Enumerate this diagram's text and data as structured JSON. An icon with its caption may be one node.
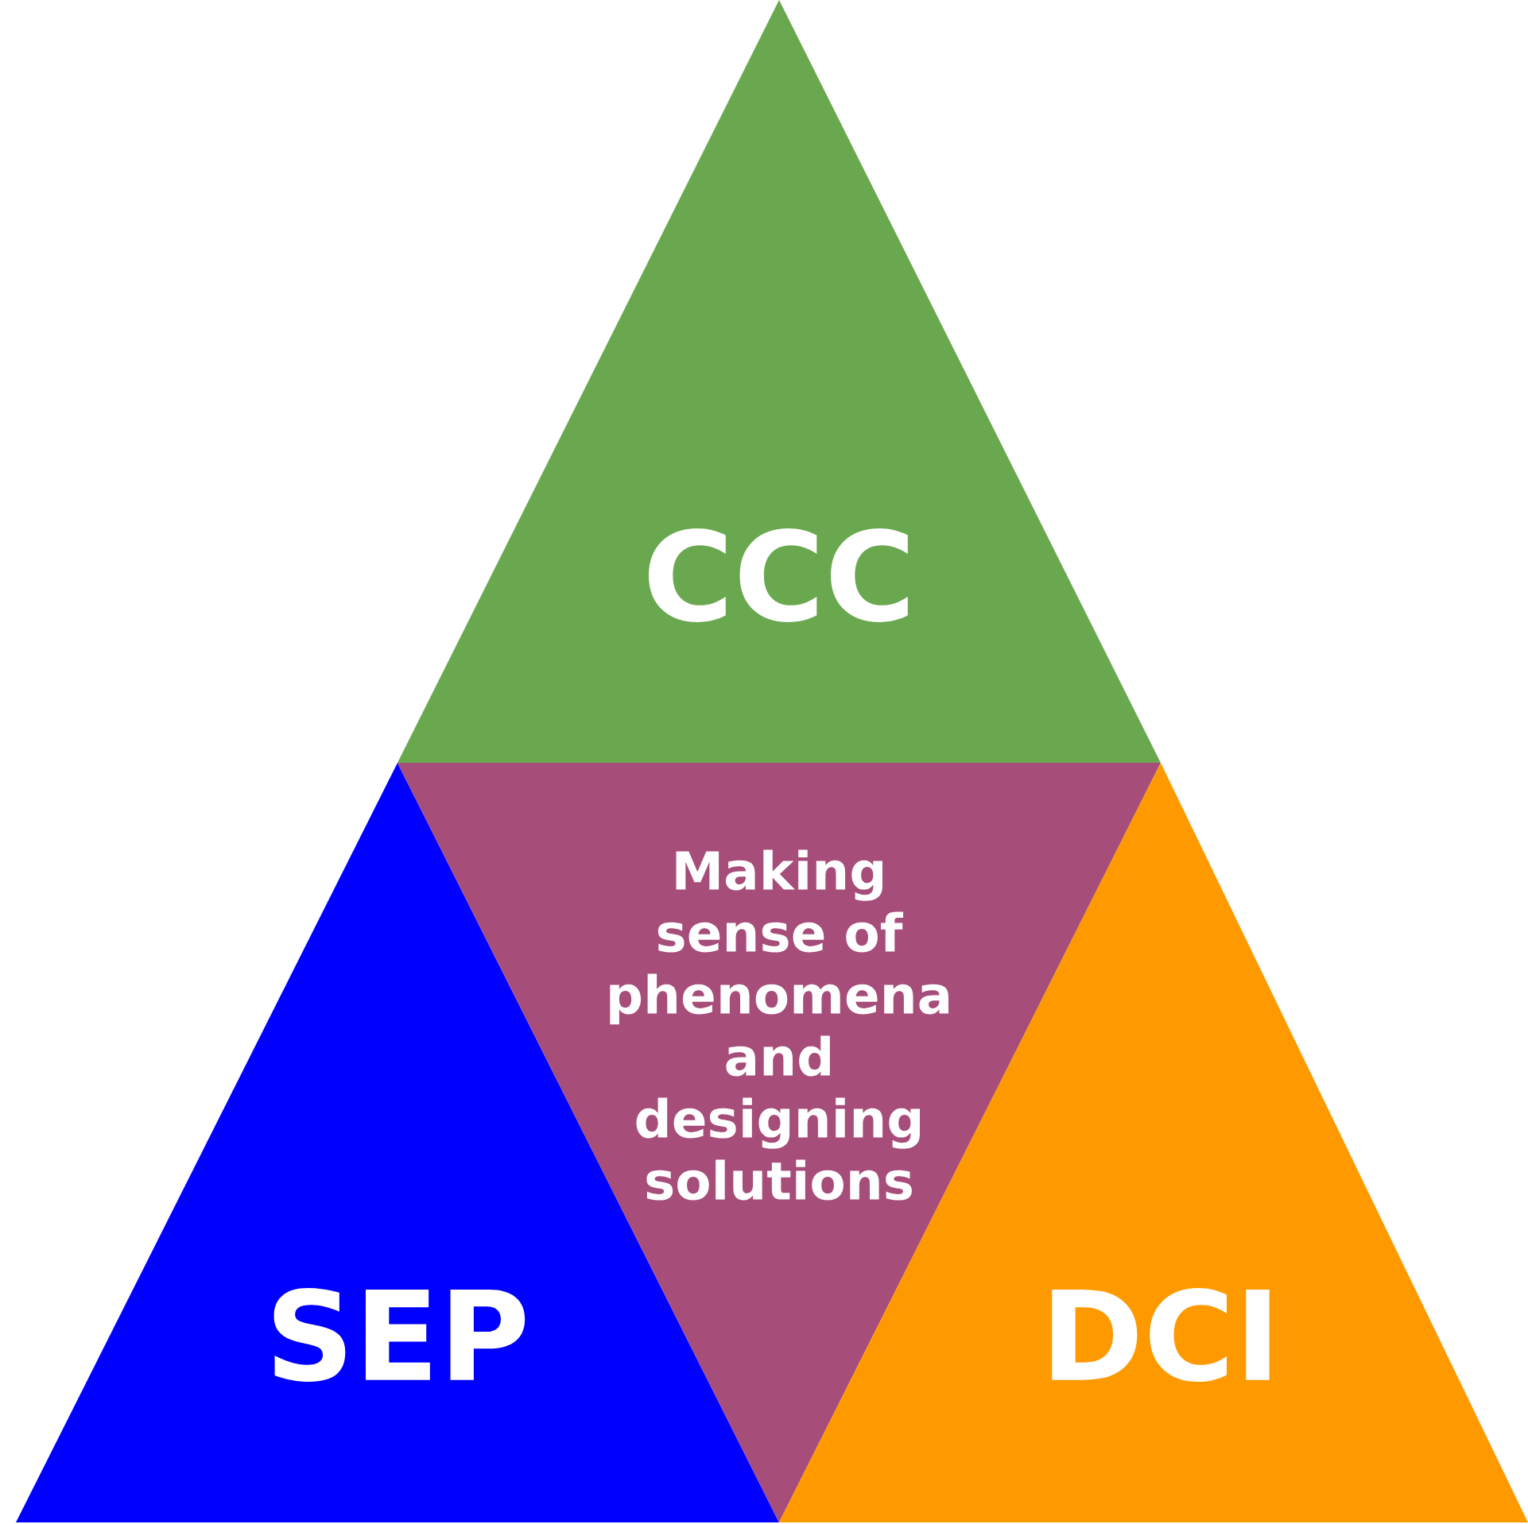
{
  "diagram": {
    "nodes": [
      {
        "text": [
          "CCC"
        ]
      },
      {
        "text": [
          "SEP"
        ]
      },
      {
        "text": [
          "Making sense of phenomena and designing solutions"
        ]
      },
      {
        "text": [
          "DCI"
        ]
      }
    ]
  }
}
